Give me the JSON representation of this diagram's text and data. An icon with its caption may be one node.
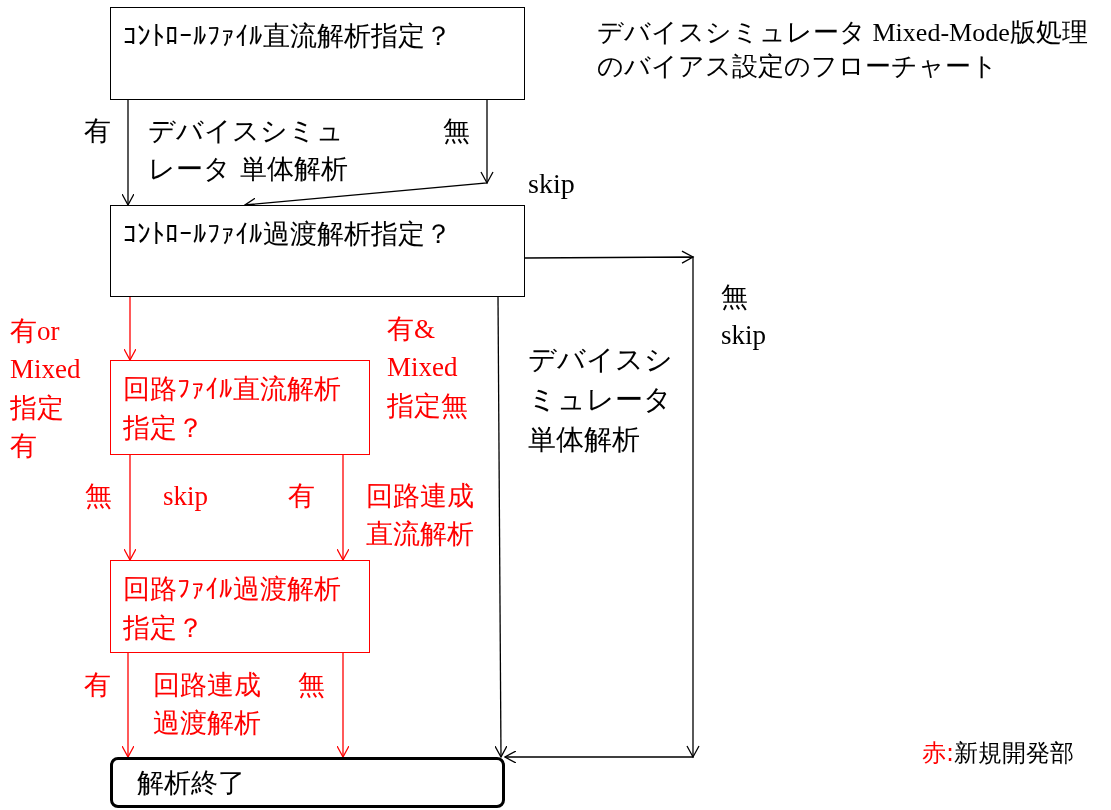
{
  "diagram": {
    "title": "デバイスシミュレータ Mixed-Mode版処理のバイアス設定のフローチャート",
    "nodes": [
      {
        "text": [
          "ｺﾝﾄﾛｰﾙﾌｧｲﾙ直流解析指定？"
        ]
      },
      {
        "text": [
          "ｺﾝﾄﾛｰﾙﾌｧｲﾙ過渡解析指定？"
        ]
      },
      {
        "text": [
          "回路ﾌｧｲﾙ直流解析指定？"
        ]
      },
      {
        "text": [
          "回路ﾌｧｲﾙ過渡解析指定？"
        ]
      },
      {
        "text": [
          "解析終了"
        ]
      }
    ],
    "edges": [
      {
        "from": 0,
        "to": 1,
        "arrow": "to",
        "label": "有",
        "color": "#000000"
      },
      {
        "from": 0,
        "to": 1,
        "arrow": "to",
        "label": "無",
        "color": "#000000"
      },
      {
        "from": 1,
        "to": 4,
        "arrow": "to",
        "label": "無 skip",
        "color": "#000000"
      },
      {
        "from": 1,
        "to": 4,
        "arrow": "to",
        "color": "#000000"
      },
      {
        "from": 1,
        "to": 2,
        "arrow": "to",
        "label": "有or Mixed 指定有",
        "color": "#ff0000"
      },
      {
        "from": 2,
        "to": 3,
        "arrow": "to",
        "label": "無",
        "color": "#ff0000"
      },
      {
        "from": 2,
        "to": 3,
        "arrow": "to",
        "label": "有",
        "color": "#ff0000"
      },
      {
        "from": 3,
        "to": 4,
        "arrow": "to",
        "label": "有",
        "color": "#ff0000"
      },
      {
        "from": 3,
        "to": 4,
        "arrow": "to",
        "label": "無",
        "color": "#ff0000"
      }
    ],
    "labels": [
      "skip",
      "デバイスシミュレータ 単体解析",
      "デバイスシミュレータ単体解析",
      "有& Mixed 指定無",
      "skip",
      "回路連成直流解析",
      "回路連成過渡解析",
      "赤:新規開発部"
    ]
  }
}
